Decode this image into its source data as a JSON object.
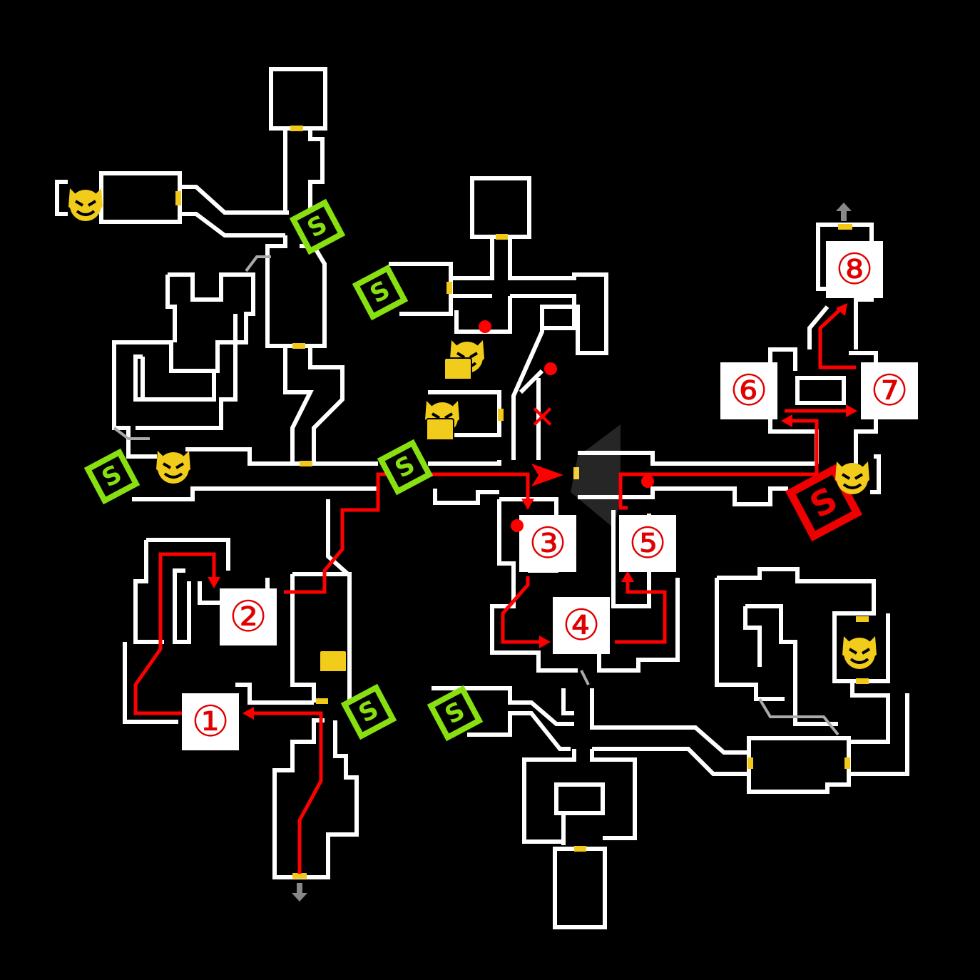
{
  "map": {
    "route_labels": [
      "①",
      "②",
      "③",
      "④",
      "⑤",
      "⑥",
      "⑦",
      "⑧"
    ],
    "safe_room_letter": "S",
    "colors": {
      "wall": "#ffffff",
      "route": "#ff0000",
      "safe_room": "#88e010",
      "current_safe_room": "#ee0000",
      "enemy": "#f2cc1a",
      "door": "#f2c81a"
    }
  }
}
